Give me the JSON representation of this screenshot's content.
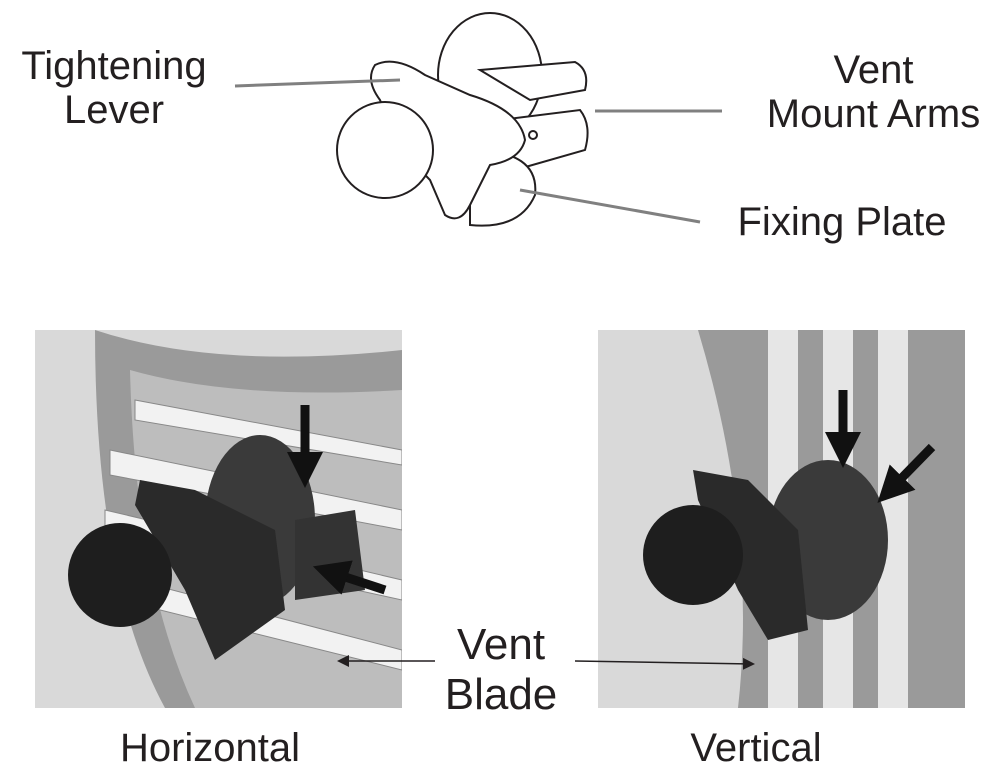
{
  "labels": {
    "tightening_lever": [
      "Tightening",
      "Lever"
    ],
    "vent_mount_arms": [
      "Vent",
      "Mount Arms"
    ],
    "fixing_plate": "Fixing Plate",
    "vent_blade": [
      "Vent",
      "Blade"
    ],
    "horizontal": "Horizontal",
    "vertical": "Vertical"
  },
  "colors": {
    "text": "#231f20",
    "leader": "#808080",
    "photo_bg": "#d9d9d9",
    "mount": "#2a2a2a"
  }
}
